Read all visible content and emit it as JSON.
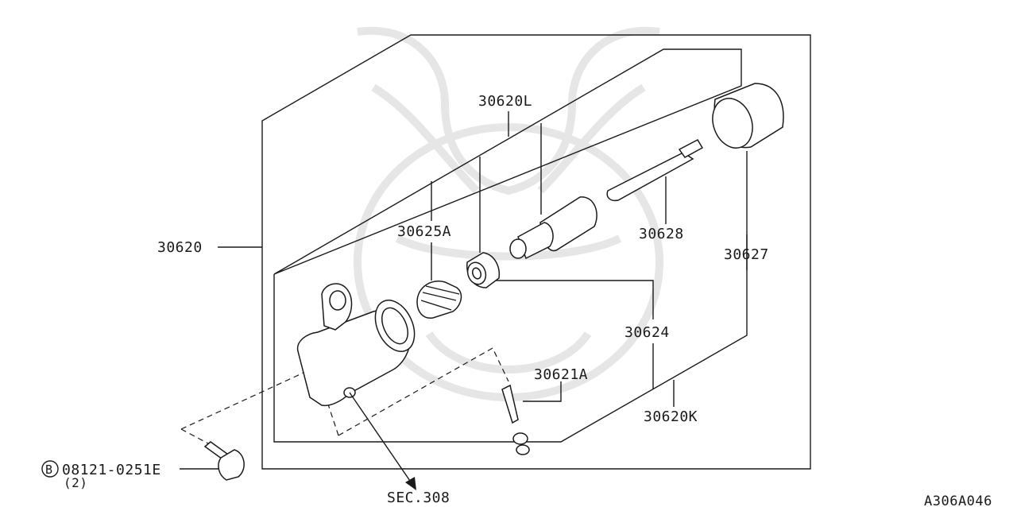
{
  "diagram": {
    "id": "A306A046",
    "labels": {
      "assembly": "30620",
      "kit_l": "30620L",
      "kit_k": "30620K",
      "boot": "30625A",
      "piston_cup": "30624",
      "push_rod": "30628",
      "push_rod_boot": "30627",
      "bleeder": "30621A",
      "bolt_part": "08121-0251E",
      "bolt_qty": "(2)",
      "bolt_marker": "B",
      "section_ref": "SEC.308"
    }
  }
}
